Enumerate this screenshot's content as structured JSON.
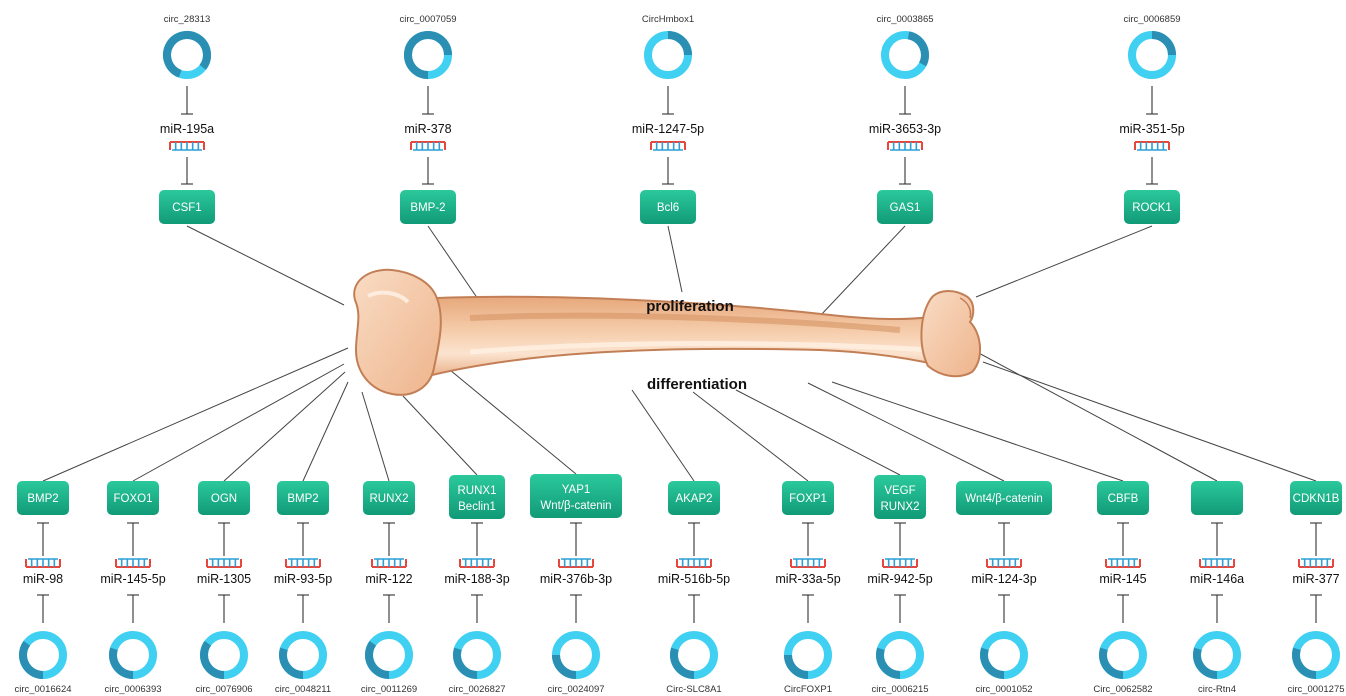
{
  "processes": {
    "upper": "proliferation",
    "lower": "differentiation"
  },
  "colors": {
    "gene_box_top": "#2bc99c",
    "gene_box_bottom": "#119a77",
    "circ_light": "#3fd0f2",
    "circ_dark": "#2a8fb3",
    "mir_red": "#e8473d",
    "mir_blue": "#2b9fd6",
    "bone_fill": "#f3c4a0",
    "bone_dark": "#d99a6e",
    "bone_outline": "#c27f56"
  },
  "top_axes": [
    {
      "circ": "circ_28313",
      "mir": "miR-195a",
      "gene": [
        "CSF1"
      ]
    },
    {
      "circ": "circ_0007059",
      "mir": "miR-378",
      "gene": [
        "BMP-2"
      ]
    },
    {
      "circ": "CircHmbox1",
      "mir": "miR-1247-5p",
      "gene": [
        "Bcl6"
      ]
    },
    {
      "circ": "circ_0003865",
      "mir": "miR-3653-3p",
      "gene": [
        "GAS1"
      ]
    },
    {
      "circ": "circ_0006859",
      "mir": "miR-351-5p",
      "gene": [
        "ROCK1"
      ]
    }
  ],
  "bottom_axes": [
    {
      "circ": "circ_0016624",
      "mir": "miR-98",
      "gene": [
        "BMP2"
      ]
    },
    {
      "circ": "circ_0006393",
      "mir": "miR-145-5p",
      "gene": [
        "FOXO1"
      ]
    },
    {
      "circ": "circ_0076906",
      "mir": "miR-1305",
      "gene": [
        "OGN"
      ]
    },
    {
      "circ": "circ_0048211",
      "mir": "miR-93-5p",
      "gene": [
        "BMP2"
      ]
    },
    {
      "circ": "circ_0011269",
      "mir": "miR-122",
      "gene": [
        "RUNX2"
      ]
    },
    {
      "circ": "circ_0026827",
      "mir": "miR-188-3p",
      "gene": [
        "RUNX1",
        "Beclin1"
      ]
    },
    {
      "circ": "circ_0024097",
      "mir": "miR-376b-3p",
      "gene": [
        "YAP1",
        "Wnt/β-catenin"
      ]
    },
    {
      "circ": "Circ-SLC8A1",
      "mir": "miR-516b-5p",
      "gene": [
        "AKAP2"
      ]
    },
    {
      "circ": "CircFOXP1",
      "mir": "miR-33a-5p",
      "gene": [
        "FOXP1"
      ]
    },
    {
      "circ": "circ_0006215",
      "mir": "miR-942-5p",
      "gene": [
        "VEGF",
        "RUNX2"
      ]
    },
    {
      "circ": "circ_0001052",
      "mir": "miR-124-3p",
      "gene": [
        "Wnt4/β-catenin"
      ]
    },
    {
      "circ": "Circ_0062582",
      "mir": "miR-145",
      "gene": [
        "CBFB"
      ]
    },
    {
      "circ": "circ-Rtn4",
      "mir": "miR-146a",
      "gene": []
    },
    {
      "circ": "circ_0001275",
      "mir": "miR-377",
      "gene": [
        "CDKN1B"
      ]
    }
  ]
}
